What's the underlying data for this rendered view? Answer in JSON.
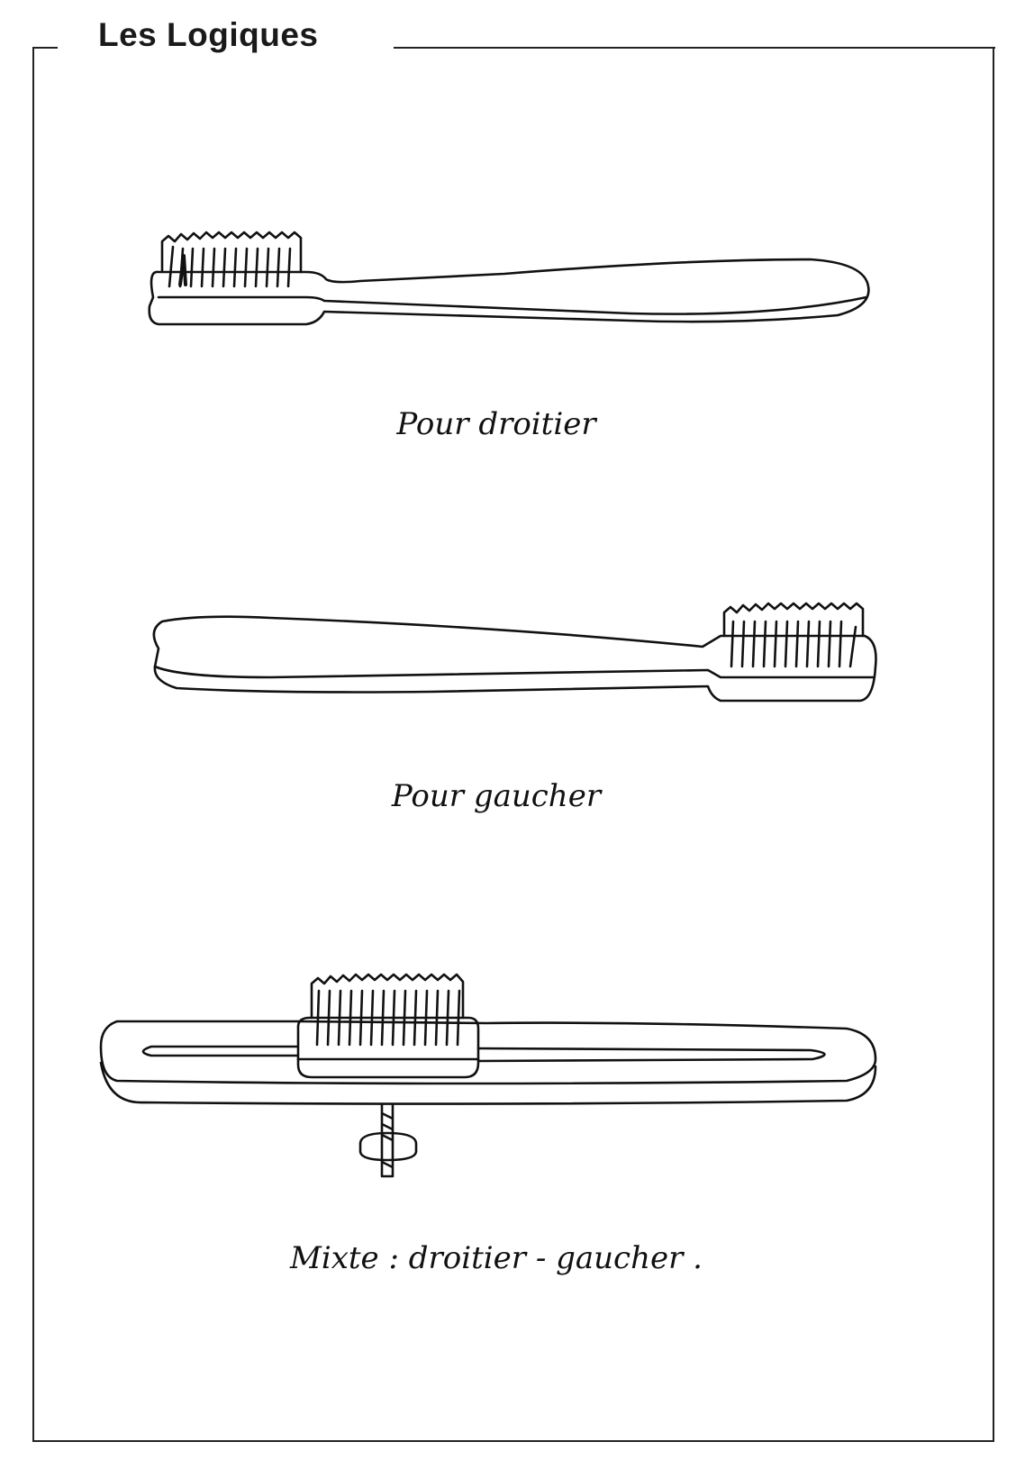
{
  "header": {
    "title": "Les Logiques"
  },
  "figures": [
    {
      "caption": "Pour droitier"
    },
    {
      "caption": "Pour gaucher"
    },
    {
      "caption": "Mixte : droitier - gaucher ."
    }
  ]
}
